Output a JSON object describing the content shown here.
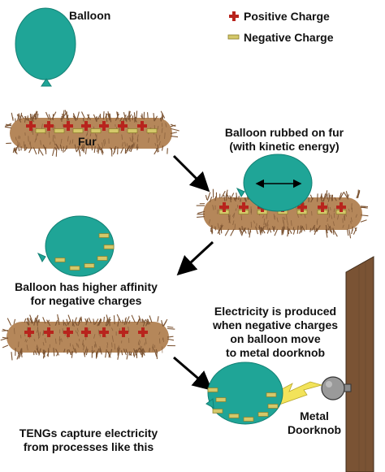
{
  "colors": {
    "balloon": "#1fa597",
    "balloon_stroke": "#138074",
    "fur": "#b5875a",
    "fur_dark": "#7c5433",
    "positive": "#b8241d",
    "negative": "#d4c86a",
    "doorknob": "#9a9a9a",
    "door": "#7a5334",
    "spark": "#f2e35a"
  },
  "legend": {
    "positive": "Positive Charge",
    "negative": "Negative Charge"
  },
  "labels": {
    "balloon": "Balloon",
    "fur": "Fur",
    "rubbed": "Balloon rubbed on fur\n(with kinetic energy)",
    "affinity": "Balloon has higher affinity\nfor negative charges",
    "electricity": "Electricity is produced\nwhen negative charges\non balloon move\nto metal doorknob",
    "doorknob": "Metal\nDoorknob",
    "tengs": "TENGs capture electricity\nfrom processes like this"
  }
}
